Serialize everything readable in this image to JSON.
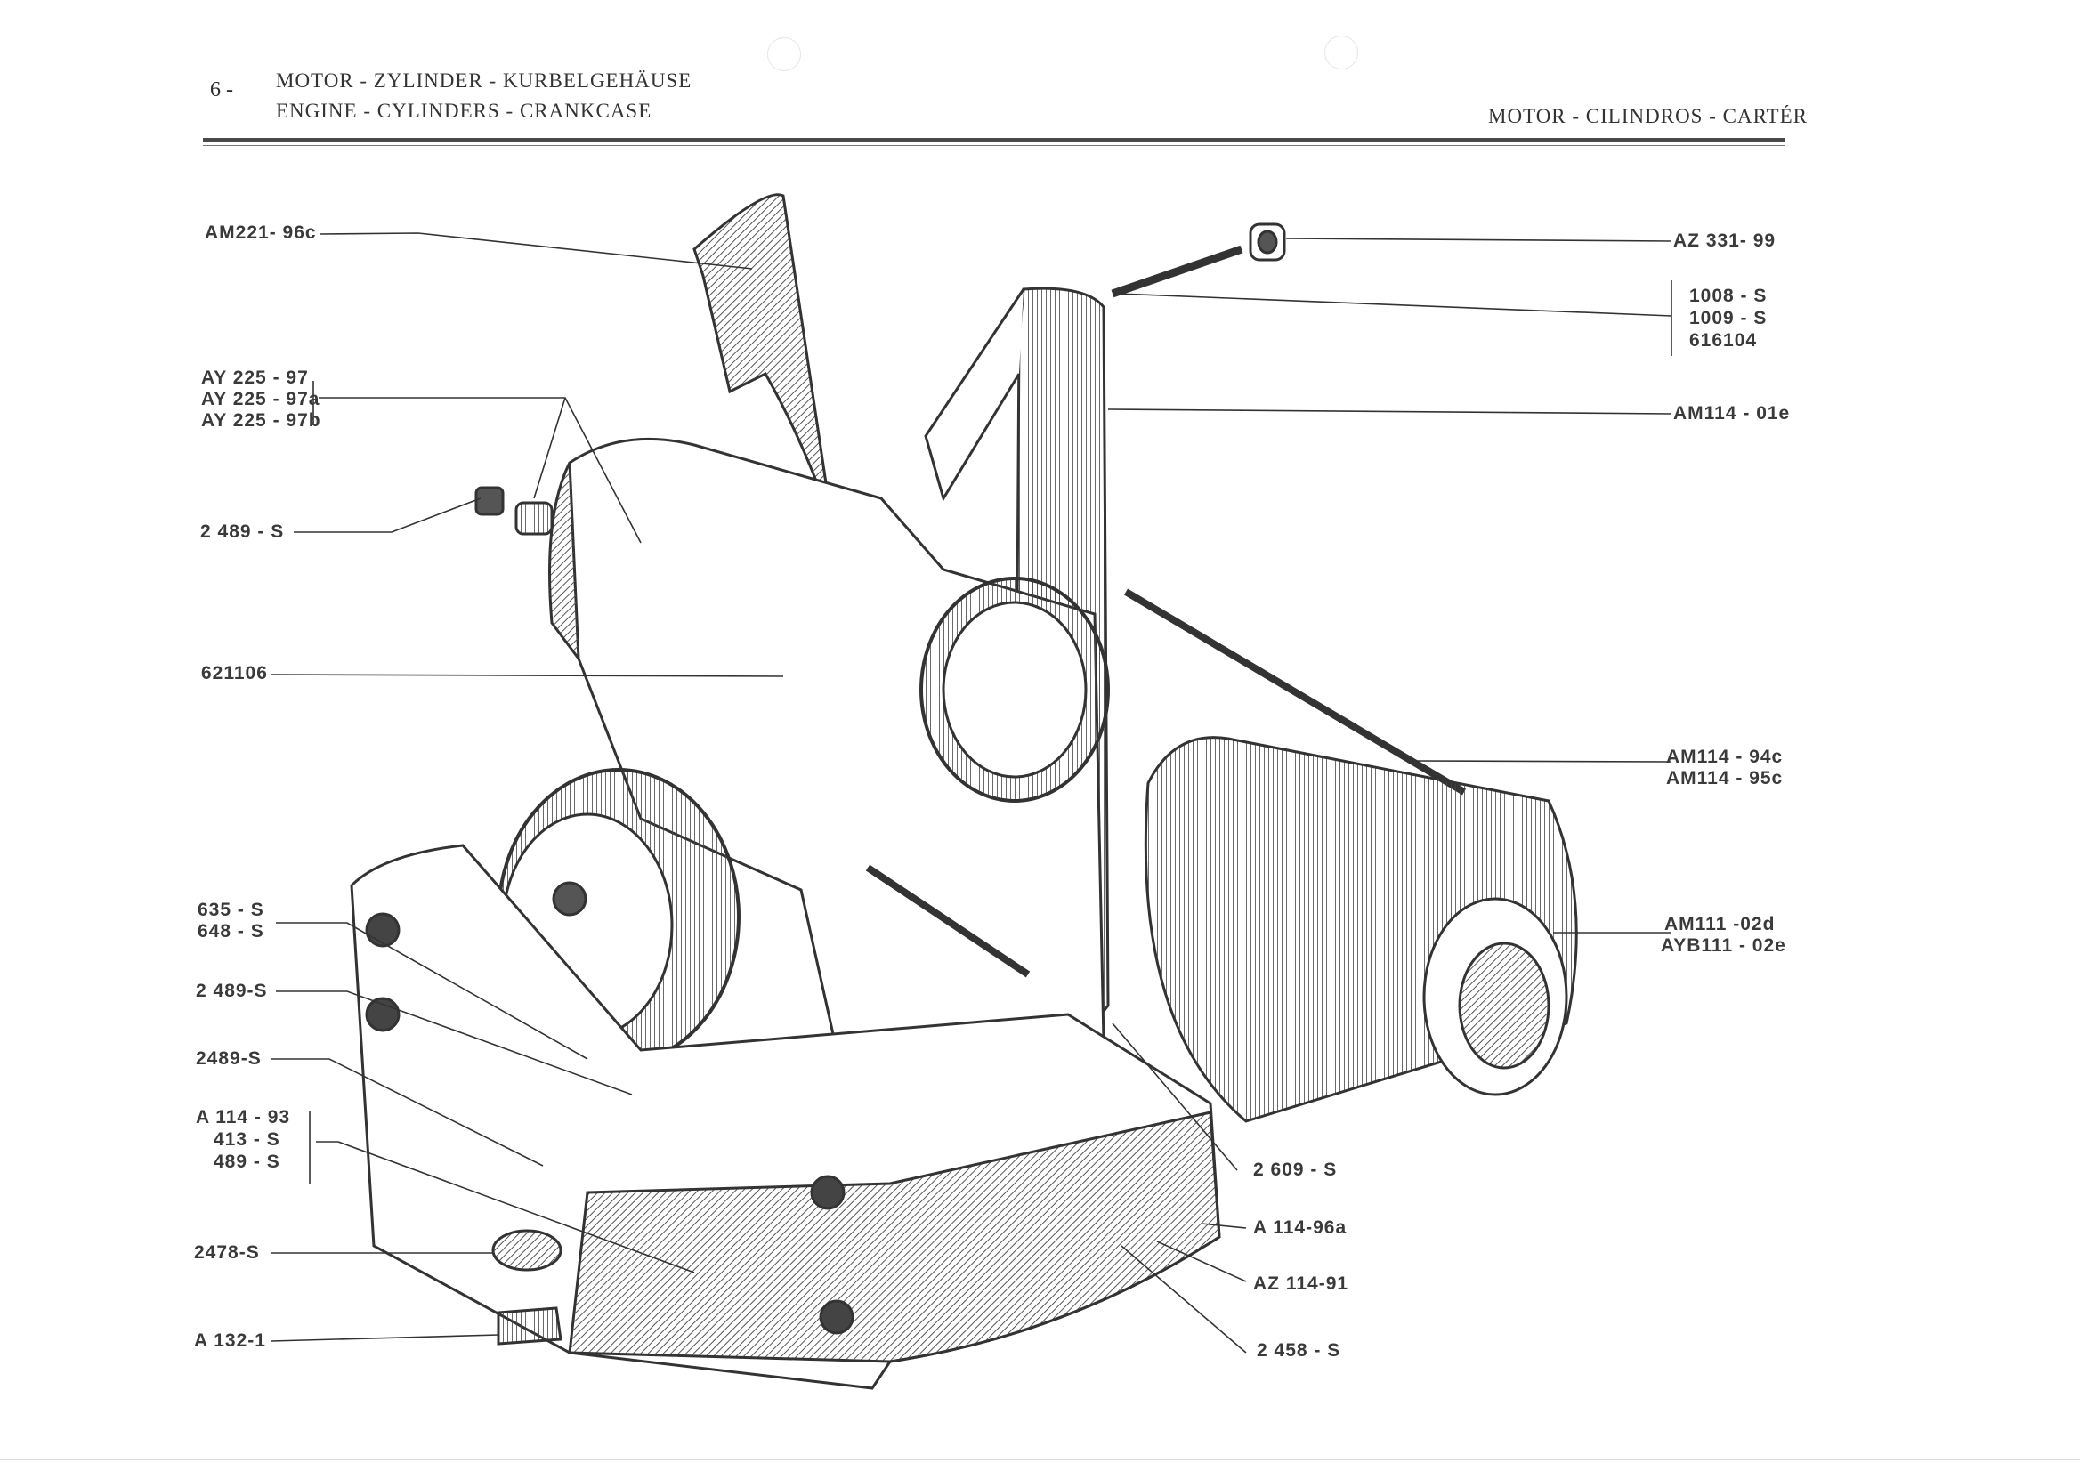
{
  "header": {
    "page_number": "6 -",
    "title_de": "MOTOR - ZYLINDER - KURBELGEHÄUSE",
    "title_en": "ENGINE - CYLINDERS - CRANKCASE",
    "title_es": "MOTOR - CILINDROS - CARTÉR"
  },
  "labels": {
    "am221_96c": "AM221- 96c",
    "ay225_97": "AY 225 - 97",
    "ay225_97a": "AY 225 - 97a",
    "ay225_97b": "AY 225 - 97b",
    "p2489_s_top": "2 489 - S",
    "p621106": "621106",
    "p635_s": "635 - S",
    "p648_s": "648 - S",
    "p2489_s_mid": "2 489-S",
    "p2489_s_low": "2489-S",
    "a114_93": "A 114 - 93",
    "p413_s": "413 - S",
    "p489_s": "489 - S",
    "p2478_s": "2478-S",
    "a132_1": "A 132-1",
    "az331_99": "AZ 331- 99",
    "p1008_s": "1008 - S",
    "p1009_s": "1009 - S",
    "p616104": "616104",
    "am114_01e": "AM114 - 01e",
    "am114_94c": "AM114 - 94c",
    "am114_95c": "AM114 - 95c",
    "am111_02d": "AM111 -02d",
    "ayb111_02e": "AYB111 - 02e",
    "p2609_s": "2 609 - S",
    "a114_96a": "A  114-96a",
    "az114_91": "AZ 114-91",
    "p2458_s": "2 458 - S"
  },
  "colors": {
    "ink": "#3a3a3a",
    "shade": "#555555",
    "paper": "#ffffff"
  }
}
